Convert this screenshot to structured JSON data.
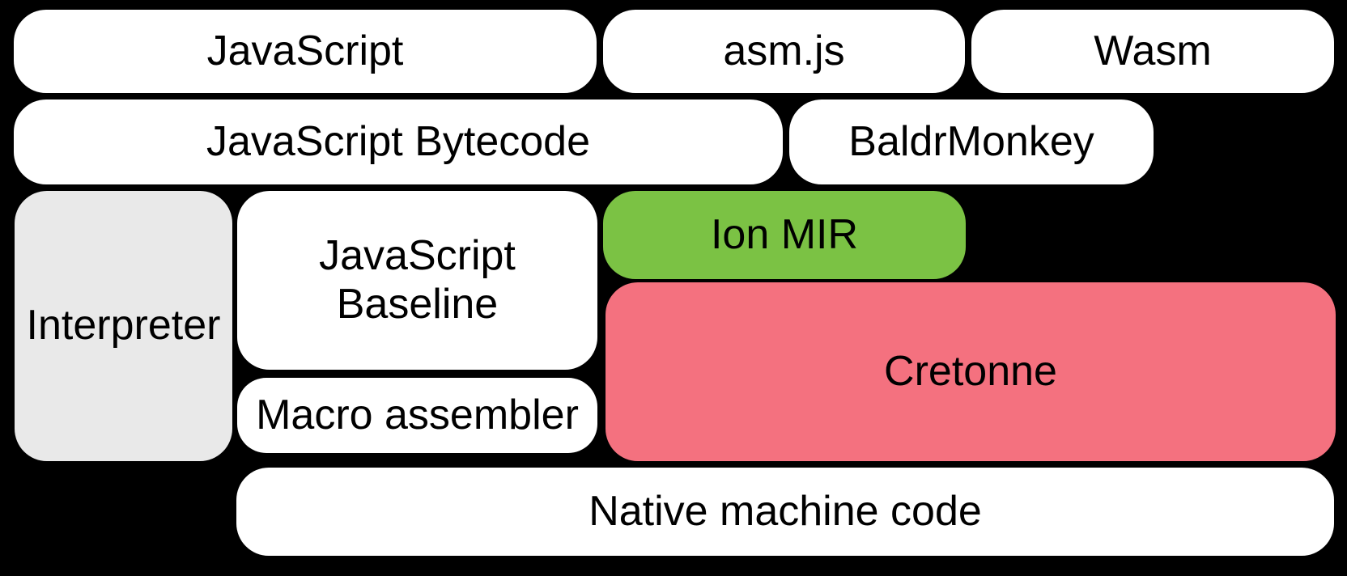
{
  "diagram": {
    "title": "SpiderMonkey compiler pipeline diagram",
    "background_color": "#000000",
    "default_box_color": "#ffffff",
    "text_color": "#000000",
    "colors": {
      "interpreter_gray": "#e9e9e9",
      "ion_green": "#7bc244",
      "cretonne_pink": "#f4717f"
    },
    "boxes": {
      "javascript": {
        "label": "JavaScript"
      },
      "asmjs": {
        "label": "asm.js"
      },
      "wasm": {
        "label": "Wasm"
      },
      "bytecode": {
        "label": "JavaScript Bytecode"
      },
      "baldrmonkey": {
        "label": "BaldrMonkey"
      },
      "interpreter": {
        "label": "Interpreter"
      },
      "baseline": {
        "label": "JavaScript Baseline",
        "line1": "JavaScript",
        "line2": "Baseline"
      },
      "ionmir": {
        "label": "Ion MIR"
      },
      "cretonne": {
        "label": "Cretonne"
      },
      "macroassembler": {
        "label": "Macro assembler"
      },
      "nativecode": {
        "label": "Native machine code"
      }
    }
  }
}
